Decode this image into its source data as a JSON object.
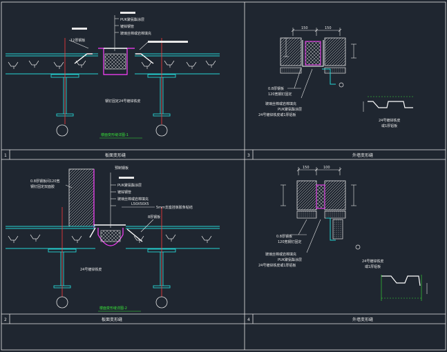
{
  "sheet": {
    "frames": [
      {
        "number": "1",
        "title": "板面变形缝"
      },
      {
        "number": "3",
        "title": "外墙变形缝"
      },
      {
        "number": "2",
        "title": "板面变形缝"
      },
      {
        "number": "4",
        "title": "外墙变形缝"
      }
    ]
  },
  "d1": {
    "labels": [
      "PUK聚氨酯涂层",
      "镀锌钢管",
      "玻璃丝棉或岩棉填充",
      "12厚钢板",
      "钢钉固定24号镀锌铁皮"
    ],
    "caption": "楼面变形缝详图-1"
  },
  "d2": {
    "labels": [
      "0.8厚钢板间120宽",
      "钢钉固定双面胶",
      "预制钢板",
      "PUK聚氨酯涂层",
      "镀锌钢管",
      "玻璃丝棉或岩棉填充",
      "L50X50X5",
      "5mm支座挂板胶条粘结",
      "8厚钢板",
      "24号镀锌铁皮"
    ],
    "caption": "楼面变形缝详图-2"
  },
  "d3": {
    "labels": [
      "0.8厚钢板",
      "120宽钢钉固定",
      "玻璃丝棉或岩棉填充",
      "PUK聚氨酯涂层",
      "24号镀锌铁皮或1厚铝板",
      "24号镀锌铁皮",
      "或1厚铝板"
    ],
    "dims": [
      "150",
      "150"
    ]
  },
  "d4": {
    "labels": [
      "0.8厚钢板",
      "120宽钢钉固定",
      "玻璃丝棉或岩棉填充",
      "PUK聚氨酯涂层",
      "24号镀锌铁皮或1厚铝板",
      "24号镀锌铁皮",
      "或1厚铝板"
    ],
    "dims": [
      "150",
      "100"
    ]
  },
  "colors": {
    "background": "#1f2630",
    "frame": "#e8e8e8",
    "structure": "#25d6d6",
    "joint": "#ff40ff",
    "dim": "#39e639",
    "leader": "#ff3b3b",
    "steel": "#ffffff"
  }
}
